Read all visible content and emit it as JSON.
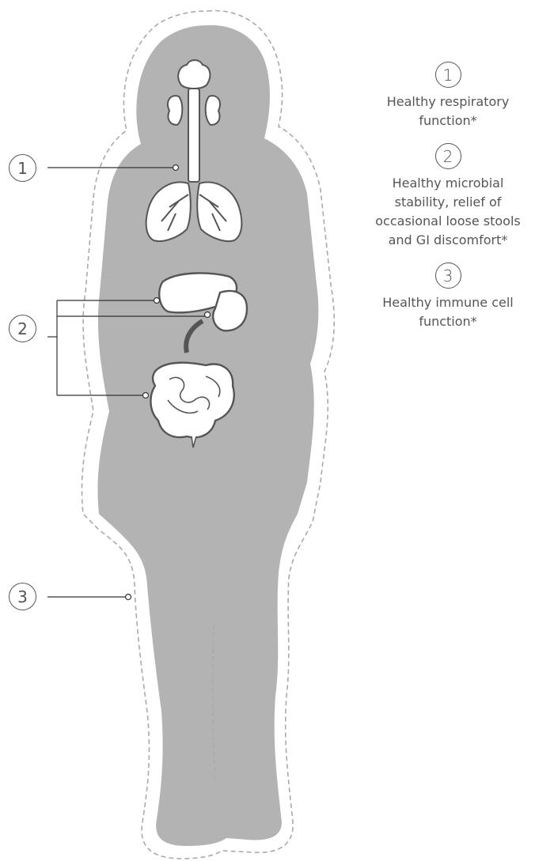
{
  "callouts": [
    {
      "number": "1"
    },
    {
      "number": "2"
    },
    {
      "number": "3"
    }
  ],
  "legend": [
    {
      "number": "1",
      "text": "Healthy respiratory\nfunction*"
    },
    {
      "number": "2",
      "text": "Healthy microbial\nstability, relief of\noccasional loose stools\nand GI discomfort*"
    },
    {
      "number": "3",
      "text": "Healthy immune cell\nfunction*"
    }
  ],
  "colors": {
    "silhouette": "#b3b3b3",
    "outline": "#555555",
    "organ_fill": "#ffffff",
    "dashed_border": "#aaaaaa"
  }
}
